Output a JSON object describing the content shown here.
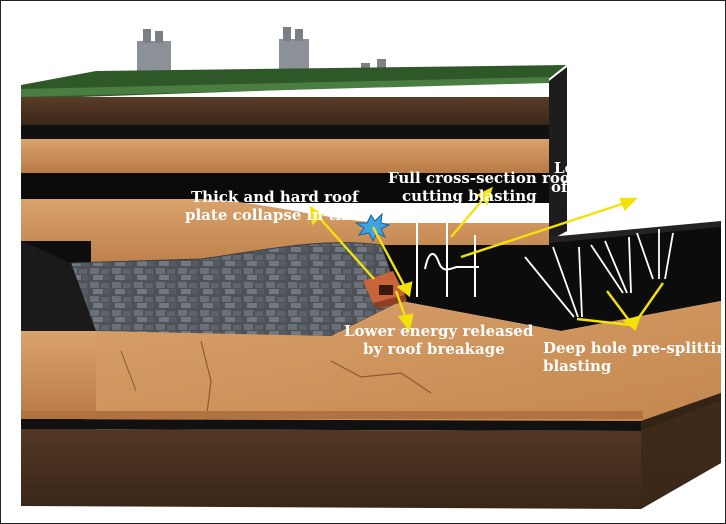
{
  "labels": {
    "thick_roof_line1": "Thick and hard roof",
    "thick_roof_line2": "plate collapse in time",
    "full_cross_line1": "Full cross-section roof",
    "full_cross_line2": "cutting blasting",
    "lower_conc_line1": "Lower  concentration",
    "lower_conc_line2": "of stress in coalseam",
    "lower_energy_line1": "Lower energy released",
    "lower_energy_line2": "by roof breakage",
    "deep_hole_line1": "Deep hole pre-splitting",
    "deep_hole_line2": "blasting"
  },
  "colors": {
    "arrow": "#f2e20a",
    "coal": "#0e0e0e",
    "sandstone": "#c98a55",
    "soil": "#4a3222",
    "grass": "#3f6e36",
    "rubble": "#5b6068",
    "support": "#d06a3e"
  }
}
